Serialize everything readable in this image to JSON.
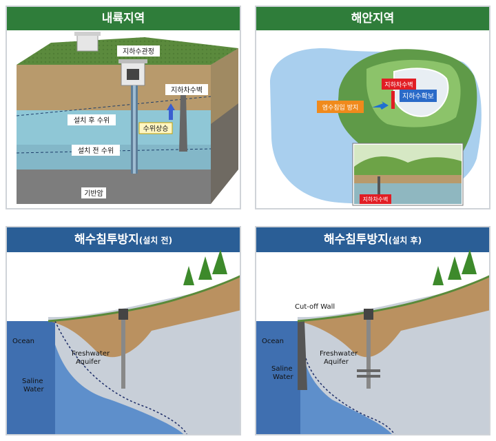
{
  "panels": {
    "p1": {
      "title": "내륙지역",
      "labels": {
        "well_house": "지하수관정",
        "cutoff_wall": "지하차수벽",
        "level_after": "설치 후 수위",
        "level_rise": "수위상승",
        "level_before": "설치 전 수위",
        "bedrock": "기반암"
      }
    },
    "p2": {
      "title": "해안지역",
      "labels": {
        "cutoff_wall": "지하차수벽",
        "secure_gw": "지하수확보",
        "salt_prevent": "염수침입 방지",
        "cutoff_wall_inset": "지하차수벽"
      }
    },
    "p3": {
      "title": "해수침투방지",
      "subtitle": "(설치 전)",
      "labels": {
        "ocean": "Ocean",
        "freshwater1": "Freshwater",
        "freshwater2": "Aquifer",
        "saline1": "Saline",
        "saline2": "Water"
      }
    },
    "p4": {
      "title": "해수침투방지",
      "subtitle": "(설치 후)",
      "labels": {
        "cutoff": "Cut-off Wall",
        "ocean": "Ocean",
        "freshwater1": "Freshwater",
        "freshwater2": "Aquifer",
        "saline1": "Saline",
        "saline2": "Water"
      }
    }
  },
  "colors": {
    "green_header": "#2f7d3a",
    "blue_header": "#2a5e96",
    "ocean": "#3f6fb0",
    "soil": "#b7864b",
    "grass": "#5a8a3a"
  }
}
